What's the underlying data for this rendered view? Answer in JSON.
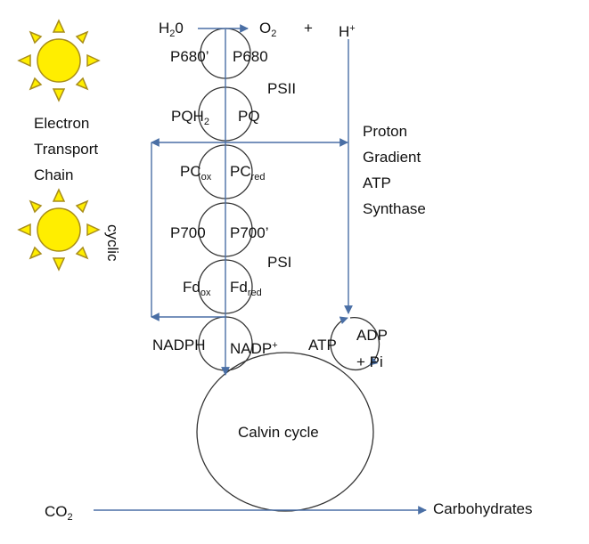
{
  "colors": {
    "arrow": "#4a6fa5",
    "stroke": "#333333",
    "sun_fill": "#ffee00",
    "sun_stroke": "#a88d1a"
  },
  "icons": [
    "sun-icon",
    "sun-icon"
  ],
  "labels": {
    "h2o": "H",
    "h2o_sub": "2",
    "h2o_tail": "0",
    "o2": "O",
    "o2_sub": "2",
    "plus1": "+",
    "hplus": "H",
    "hplus_sup": "+",
    "p680prime": "P680’",
    "p680": "P680",
    "psii": "PSII",
    "pqh2": "PQH",
    "pqh2_sub": "2",
    "pq": "PQ",
    "etc_line1": "Electron",
    "etc_line2": "Transport",
    "etc_line3": "Chain",
    "proton1": "Proton",
    "proton2": "Gradient",
    "proton3": "ATP",
    "proton4": "Synthase",
    "pc_ox": "PC",
    "pc_ox_sub": "ox",
    "pc_red": "PC",
    "pc_red_sub": "red",
    "cyclic": "cyclic",
    "p700": "P700",
    "p700prime": "P700’",
    "psi": "PSI",
    "fd_ox": "Fd",
    "fd_ox_sub": "ox",
    "fd_red": "Fd",
    "fd_red_sub": "red",
    "nadph": "NADPH",
    "nadp": "NADP",
    "nadp_sup": "+",
    "atp": "ATP",
    "adp": "ADP",
    "plus_pi": "+  Pi",
    "calvin": "Calvin cycle",
    "co2": "CO",
    "co2_sub": "2",
    "carbs": "Carbohydrates"
  }
}
